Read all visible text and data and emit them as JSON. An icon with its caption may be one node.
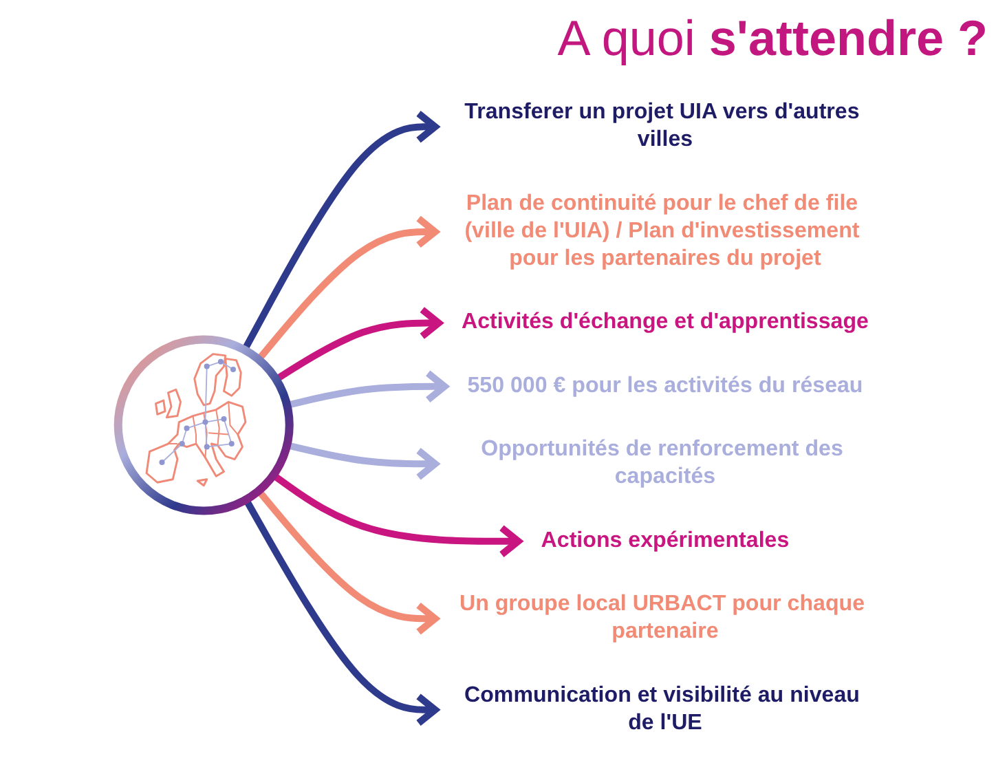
{
  "diagram": {
    "title": "A quoi **s'attendre ?**",
    "nodes": [
      {
        "text": [
          "Transferer un projet UIA vers d'autres villes"
        ]
      },
      {
        "text": [
          "Plan de continuité pour le chef de file (ville de l'UIA) / Plan d'investissement pour les partenaires du projet"
        ]
      },
      {
        "text": [
          "Activités d'échange et d'apprentissage"
        ]
      },
      {
        "text": [],
        "shape": "circle"
      },
      {
        "text": [
          "550 000 € pour les activités du réseau"
        ]
      },
      {
        "text": [
          "Opportunités de renforcement des capacités"
        ]
      },
      {
        "text": [
          "Actions expérimentales"
        ]
      },
      {
        "text": [
          "Un groupe local URBACT pour chaque partenaire"
        ]
      },
      {
        "text": [
          "Communication et visibilité au niveau de l'UE"
        ]
      }
    ],
    "edges": [
      {
        "from": 3,
        "to": 0,
        "arrow": "to",
        "color": "#2e3a8c"
      },
      {
        "from": 3,
        "to": 1,
        "arrow": "to",
        "color": "#f28b76"
      },
      {
        "from": 3,
        "to": 2,
        "arrow": "to",
        "color": "#c8157f"
      },
      {
        "from": 3,
        "to": 4,
        "arrow": "to",
        "color": "#a9aedc"
      },
      {
        "from": 3,
        "to": 5,
        "arrow": "to",
        "color": "#a9aedc"
      },
      {
        "from": 3,
        "to": 6,
        "arrow": "to",
        "color": "#c8157f"
      },
      {
        "from": 3,
        "to": 7,
        "arrow": "to",
        "color": "#f28b76"
      },
      {
        "from": 3,
        "to": 8,
        "arrow": "to",
        "color": "#2e3a8c"
      }
    ]
  }
}
